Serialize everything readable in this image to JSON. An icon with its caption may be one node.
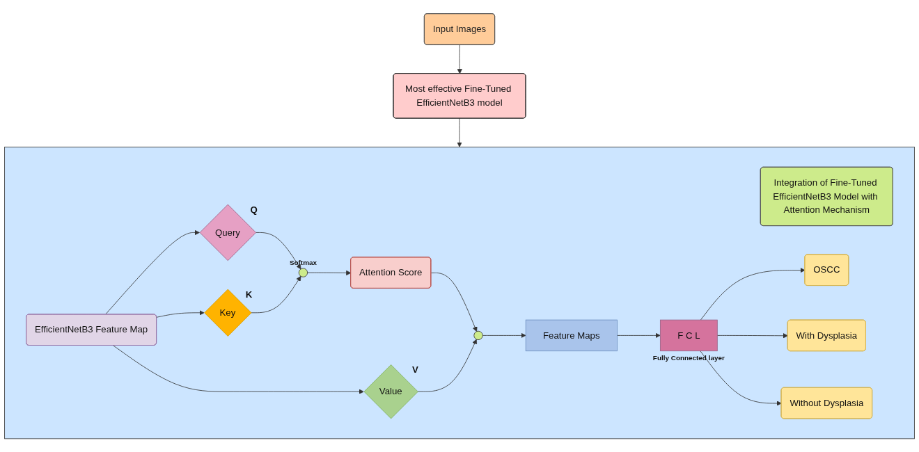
{
  "diagram": {
    "nodes": [
      {
        "text": [
          "Input Images"
        ]
      },
      {
        "text": [
          "Most effective Fine-Tuned EfficientNetB3 model"
        ]
      },
      {
        "text": [],
        "shape": "box"
      },
      {
        "text": [
          "Integration of Fine-Tuned EfficientNetB3 Model with Attention Mechanism"
        ],
        "in": 2
      },
      {
        "text": [
          "EfficientNetB3 Feature Map"
        ],
        "in": 2
      },
      {
        "text": [
          "Query"
        ],
        "beside": [
          "Q"
        ],
        "in": 2
      },
      {
        "text": [
          "Key"
        ],
        "beside": [
          "K"
        ],
        "in": 2
      },
      {
        "text": [
          "Value"
        ],
        "beside": [
          "V"
        ],
        "in": 2
      },
      {
        "text": [],
        "shape": "circle",
        "beside": [
          "Softmax"
        ],
        "in": 2
      },
      {
        "text": [
          "Attention Score"
        ],
        "in": 2
      },
      {
        "text": [],
        "shape": "circle",
        "in": 2
      },
      {
        "text": [
          "Feature Maps"
        ],
        "in": 2
      },
      {
        "text": [
          "F C L"
        ],
        "beside": [
          "Fully Connected layer"
        ],
        "in": 2
      },
      {
        "text": [
          "OSCC"
        ],
        "in": 2
      },
      {
        "text": [
          "With Dysplasia"
        ],
        "in": 2
      },
      {
        "text": [
          "Without Dysplasia"
        ],
        "in": 2
      }
    ],
    "edges": [
      {
        "from": 0,
        "to": 1,
        "arrow": "to"
      },
      {
        "from": 1,
        "to": 2,
        "arrow": "to"
      },
      {
        "from": 4,
        "to": 5,
        "arrow": "to"
      },
      {
        "from": 4,
        "to": 6,
        "arrow": "to"
      },
      {
        "from": 4,
        "to": 7,
        "arrow": "to"
      },
      {
        "from": 5,
        "to": 8,
        "arrow": "to"
      },
      {
        "from": 6,
        "to": 8,
        "arrow": "to"
      },
      {
        "from": 8,
        "to": 9,
        "arrow": "to"
      },
      {
        "from": 9,
        "to": 10,
        "arrow": "to"
      },
      {
        "from": 7,
        "to": 10,
        "arrow": "to"
      },
      {
        "from": 10,
        "to": 11,
        "arrow": "to"
      },
      {
        "from": 11,
        "to": 12,
        "arrow": "to"
      },
      {
        "from": 12,
        "to": 13,
        "arrow": "to"
      },
      {
        "from": 12,
        "to": 14,
        "arrow": "to"
      },
      {
        "from": 12,
        "to": 15,
        "arrow": "to"
      }
    ]
  }
}
